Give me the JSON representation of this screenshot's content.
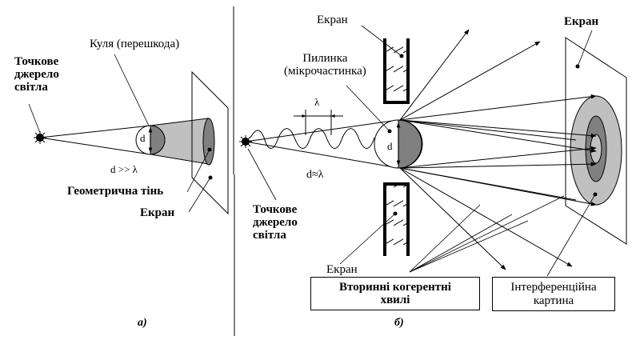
{
  "figure": {
    "panel_a": {
      "caption": "а)",
      "source_label": [
        "Точкове",
        "джерело",
        "світла"
      ],
      "obstacle_label": "Куля (перешкода)",
      "diameter_symbol": "d",
      "condition": "d >> λ",
      "shadow_label": "Геометрична тінь",
      "screen_label": "Екран"
    },
    "panel_b": {
      "caption": "б)",
      "source_label": [
        "Точкове",
        "джерело",
        "світла"
      ],
      "particle_label": [
        "Пилинка",
        "(мікрочастинка)"
      ],
      "wavelength_symbol": "λ",
      "diameter_symbol": "d",
      "condition": "d≈λ",
      "screen_top_label": "Екран",
      "screen_bottom_label": "Екран",
      "screen_right_label": "Екран",
      "secondary_waves_box": [
        "Вторинні когерентні",
        "хвилі"
      ],
      "interference_box": [
        "Інтерференційна",
        "картина"
      ]
    },
    "colors": {
      "ink": "#000000",
      "light_gray": "#c0c0c0",
      "dark_gray": "#808080",
      "background": "#ffffff"
    }
  }
}
